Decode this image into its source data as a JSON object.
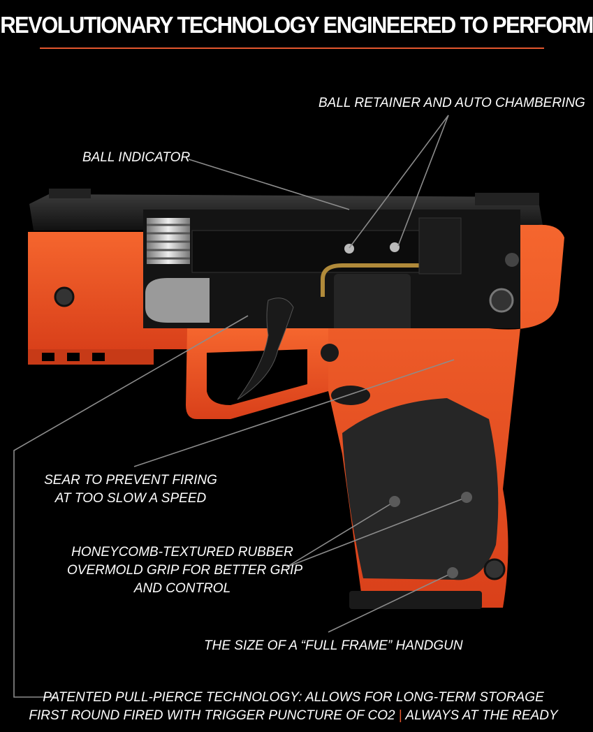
{
  "header": {
    "title": "REVOLUTIONARY TECHNOLOGY ENGINEERED TO PERFORM"
  },
  "callouts": {
    "ball_retainer": "BALL RETAINER AND  AUTO CHAMBERING",
    "ball_indicator": "BALL INDICATOR",
    "sear_line1": "SEAR TO PREVENT FIRING",
    "sear_line2": "AT TOO SLOW A SPEED",
    "grip_line1": "HONEYCOMB-TEXTURED RUBBER",
    "grip_line2": "OVERMOLD GRIP FOR BETTER GRIP",
    "grip_line3": "AND CONTROL",
    "size": "THE SIZE OF A “FULL FRAME” HANDGUN",
    "pull_pierce_line1": "PATENTED PULL-PIERCE TECHNOLOGY: ALLOWS FOR LONG-TERM STORAGE",
    "pull_pierce_line2a": "FIRST ROUND FIRED WITH TRIGGER PUNCTURE OF CO2",
    "pull_pierce_sep": "|",
    "pull_pierce_line2b": "ALWAYS AT THE READY"
  },
  "colors": {
    "accent": "#e4572e",
    "frame_orange": "#ef4f22",
    "grip_black": "#2a2a2a",
    "background": "#000000"
  }
}
